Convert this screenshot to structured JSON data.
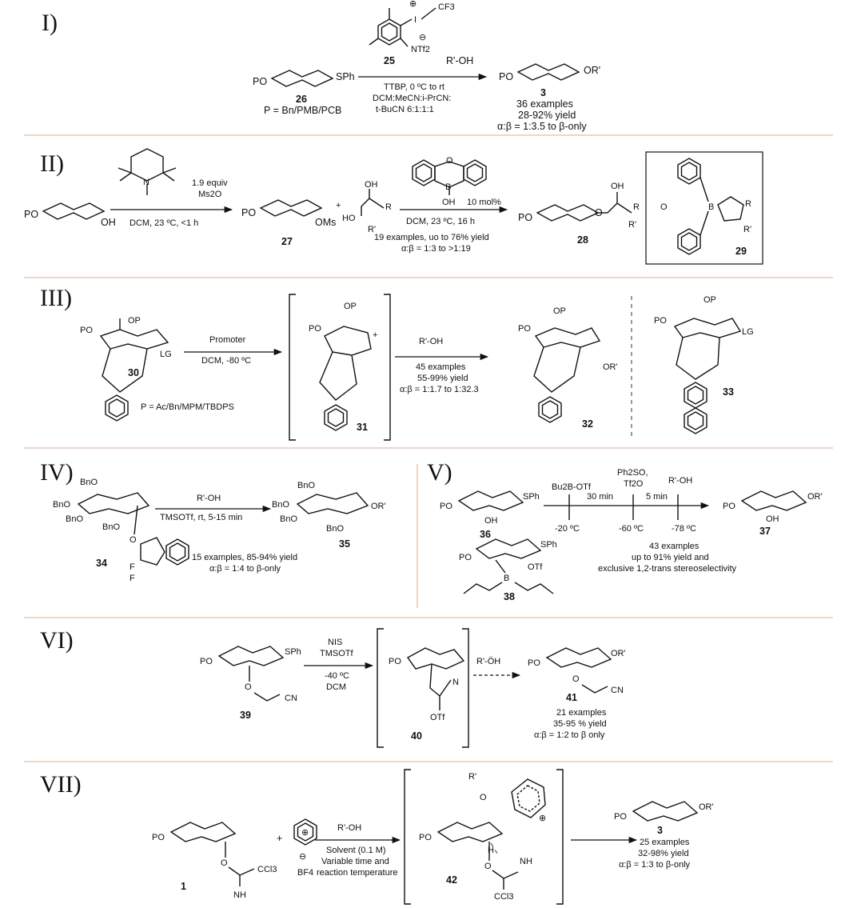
{
  "panels": {
    "p1": {
      "label": "I)",
      "reagent_num": "25",
      "reagent_cf3": "CF3",
      "reagent_ntf2": "NTf2",
      "reagent_i": "I",
      "nucleophile": "R'-OH",
      "conditions": [
        "TTBP, 0 ºC to rt",
        "DCM:MeCN:i-PrCN:",
        "t-BuCN 6:1:1:1"
      ],
      "sm_num": "26",
      "sm_group": "SPh",
      "sm_po": "PO",
      "sm_note": "P = Bn/PMB/PCB",
      "prod_num": "3",
      "prod_po": "PO",
      "prod_group": "OR'",
      "results": [
        "36 examples",
        "28-92% yield",
        "α:β = 1:3.5 to β-only"
      ]
    },
    "p2": {
      "label": "II)",
      "base_cond": [
        "1.9 equiv",
        "Ms2O"
      ],
      "base_cond2": "DCM, 23 ºC, <1 h",
      "sm_po": "PO",
      "sm_oh": "OH",
      "int_num": "27",
      "int_po": "PO",
      "int_ms": "OMs",
      "diol_oh1": "OH",
      "diol_ho": "HO",
      "diol_r": "R",
      "diol_r1": "R'",
      "cat_b": "B",
      "cat_o": "O",
      "cat_oh": "OH",
      "cat_load": "10 mol%",
      "cond": "DCM, 23 ºC, 16 h",
      "results": [
        "19 examples, uo to 76% yield",
        "α:β = 1:3 to >1:19"
      ],
      "prod_num": "28",
      "prod_po": "PO",
      "prod_oh": "OH",
      "prod_r": "R",
      "prod_r1": "R'",
      "box_num": "29",
      "box_b": "B",
      "box_r": "R",
      "box_r1": "R'"
    },
    "p3": {
      "label": "III)",
      "sm_op": "OP",
      "sm_po": "PO",
      "sm_lg": "LG",
      "sm_num": "30",
      "sm_note": "P = Ac/Bn/MPM/TBDPS",
      "promoter": "Promoter",
      "promoter_cond": "DCM, -80 ºC",
      "int_op": "OP",
      "int_po": "PO",
      "int_num": "31",
      "nucleophile": "R'-OH",
      "results": [
        "45 examples",
        "55-99% yield",
        "α:β = 1:1.7 to 1:32.3"
      ],
      "prod_op": "OP",
      "prod_po": "PO",
      "prod_group": "OR'",
      "prod_num": "32",
      "alt_op": "OP",
      "alt_po": "PO",
      "alt_lg": "LG",
      "alt_num": "33"
    },
    "p4": {
      "label": "IV)",
      "sm_groups": [
        "BnO",
        "BnO",
        "BnO",
        "BnO"
      ],
      "sm_num": "34",
      "sm_f": "F",
      "nucleophile": "R'-OH",
      "cond": "TMSOTf, rt, 5-15 min",
      "results": [
        "15 examples, 85-94% yield",
        "α:β = 1:4 to β-only"
      ],
      "prod_groups": [
        "BnO",
        "BnO",
        "BnO",
        "BnO"
      ],
      "prod_group": "OR'",
      "prod_num": "35"
    },
    "p5": {
      "label": "V)",
      "sm_oh": "OH",
      "sm_group": "SPh",
      "sm_num": "36",
      "step1": "Bu2B-OTf",
      "step2": [
        "Ph2SO,",
        "Tf2O"
      ],
      "step3": "R'-OH",
      "time1": "30 min",
      "time2": "5 min",
      "temps": [
        "-20 ºC",
        "-60 ºC",
        "-78 ºC"
      ],
      "int_group": "SPh",
      "int_otf": "OTf",
      "int_b": "B",
      "int_num": "38",
      "prod_oh": "OH",
      "prod_group": "OR'",
      "prod_num": "37",
      "results": [
        "43 examples",
        "up to 91% yield and",
        "exclusive 1,2-trans stereoselectivity"
      ]
    },
    "p6": {
      "label": "VI)",
      "sm_po": "PO",
      "sm_group": "SPh",
      "sm_cn": "CN",
      "sm_num": "39",
      "cond": [
        "NIS",
        "TMSOTf",
        "-40 ºC",
        "DCM"
      ],
      "int_po": "PO",
      "int_n": "N",
      "int_otf": "OTf",
      "int_num": "40",
      "nucleophile": "R'-ÖH",
      "prod_po": "PO",
      "prod_group": "OR'",
      "prod_cn": "CN",
      "prod_num": "41",
      "results": [
        "21 examples",
        "35-95 % yield",
        "α:β = 1:2 to β only"
      ]
    },
    "p7": {
      "label": "VII)",
      "sm_po": "PO",
      "sm_ccl3": "CCl3",
      "sm_nh": "NH",
      "sm_num": "1",
      "plus": "+",
      "salt_bf4": "BF4",
      "nucleophile": "R'-OH",
      "cond": [
        "Solvent (0.1 M)",
        "Variable time and",
        "reaction temperature"
      ],
      "int_po": "PO",
      "int_r": "R'",
      "int_h": "H",
      "int_nh": "NH",
      "int_ccl3": "CCl3",
      "int_num": "42",
      "prod_po": "PO",
      "prod_group": "OR'",
      "prod_num": "3",
      "results": [
        "25 examples",
        "32-98% yield",
        "α:β = 1:3 to β-only"
      ]
    }
  }
}
